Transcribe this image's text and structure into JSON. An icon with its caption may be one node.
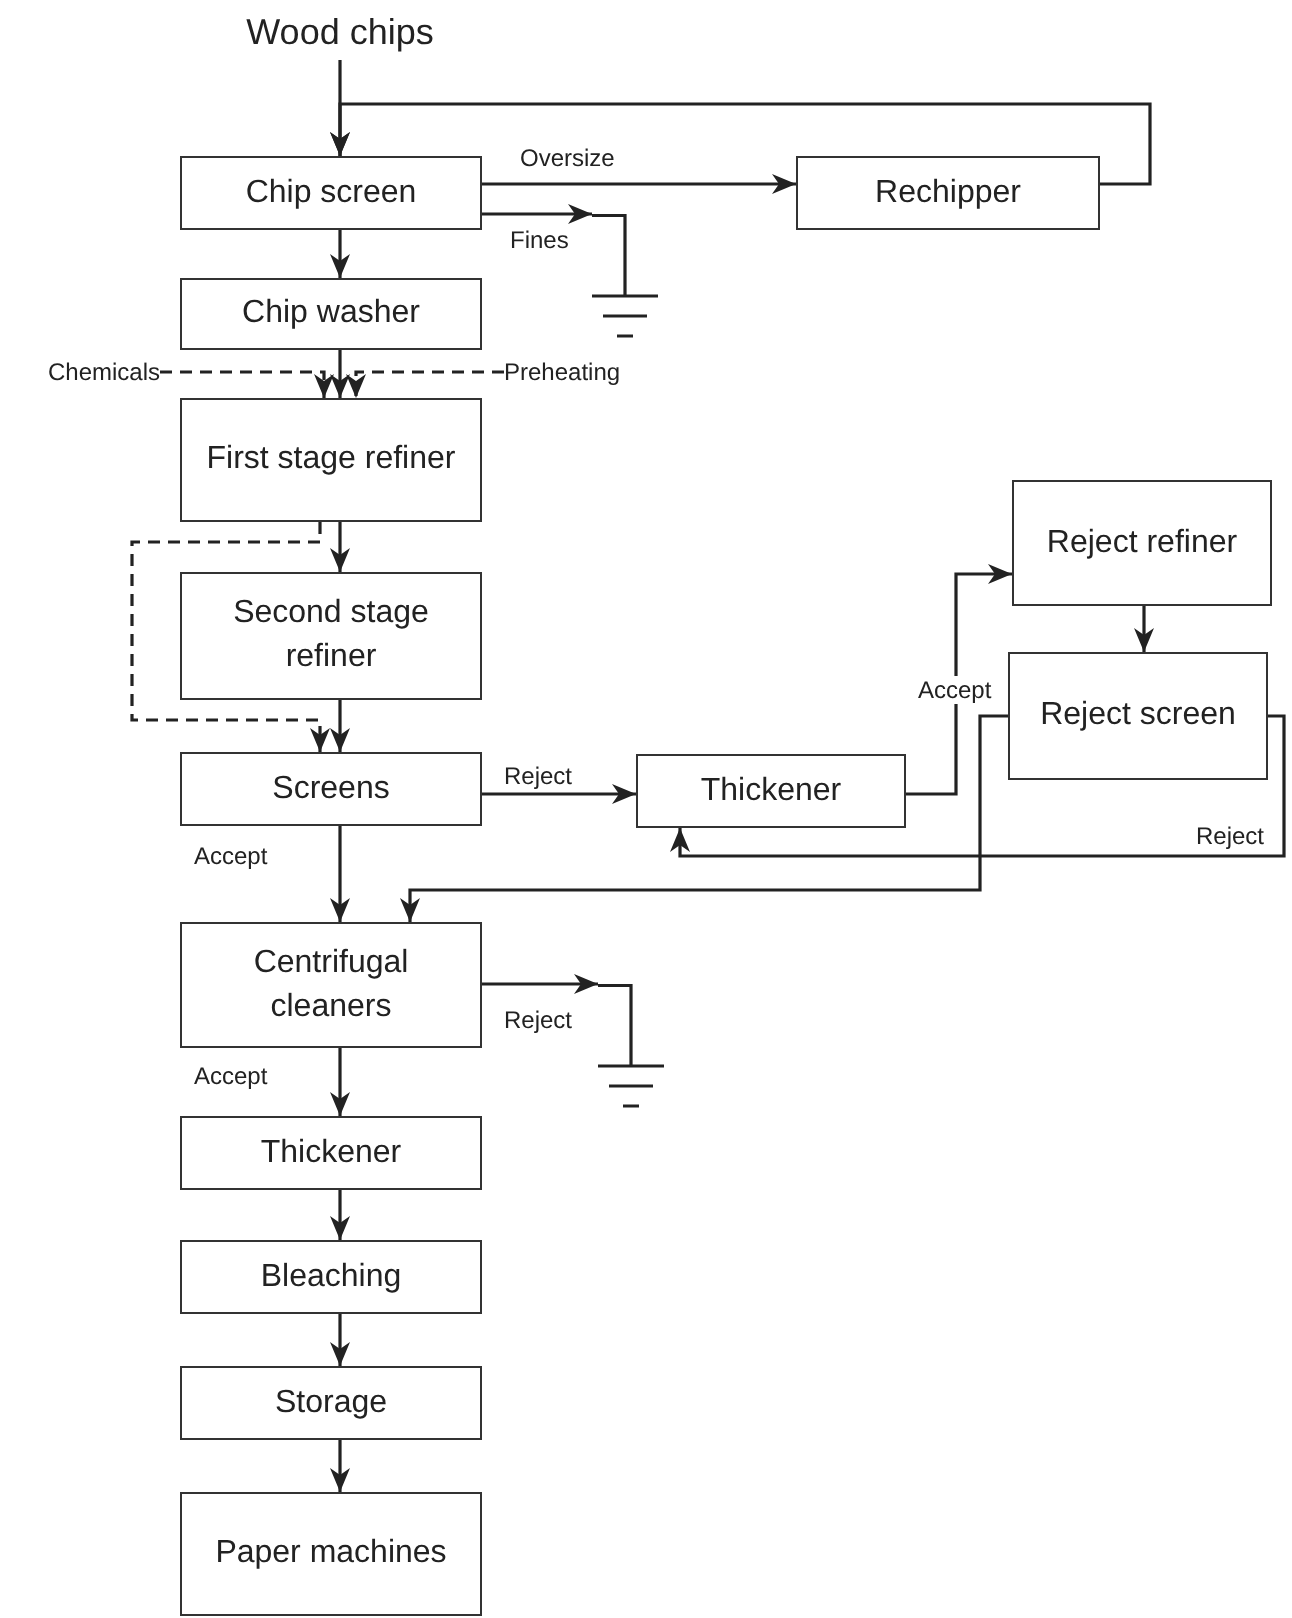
{
  "diagram": {
    "nodes": [
      {
        "text": [
          "Wood chips"
        ]
      },
      {
        "text": [
          "Chip screen"
        ]
      },
      {
        "text": [
          "Rechipper"
        ]
      },
      {
        "text": [
          "Chip washer"
        ]
      },
      {
        "text": [
          "First stage refiner"
        ]
      },
      {
        "text": [
          "Second stage refiner"
        ]
      },
      {
        "text": [
          "Screens"
        ]
      },
      {
        "text": [
          "Thickener"
        ]
      },
      {
        "text": [
          "Reject refiner"
        ]
      },
      {
        "text": [
          "Reject screen"
        ]
      },
      {
        "text": [
          "Centrifugal cleaners"
        ]
      },
      {
        "text": [
          "Thickener"
        ]
      },
      {
        "text": [
          "Bleaching"
        ]
      },
      {
        "text": [
          "Storage"
        ]
      },
      {
        "text": [
          "Paper machines"
        ]
      },
      {
        "text": [
          "Chemicals"
        ]
      },
      {
        "text": [
          "Preheating"
        ]
      },
      {
        "text": [],
        "shape": "ground"
      },
      {
        "text": [],
        "shape": "ground"
      }
    ],
    "edges": [
      {
        "from": 0,
        "to": 1,
        "arrow": "to"
      },
      {
        "from": 2,
        "to": 1,
        "arrow": "to"
      },
      {
        "from": 1,
        "to": 2,
        "arrow": "to",
        "label": "Oversize"
      },
      {
        "from": 1,
        "to": 17,
        "arrow": "to",
        "label": "Fines"
      },
      {
        "from": 1,
        "to": 3,
        "arrow": "to"
      },
      {
        "from": 3,
        "to": 4,
        "arrow": "to"
      },
      {
        "from": 15,
        "to": 4,
        "arrow": "to",
        "style": "dashed"
      },
      {
        "from": 16,
        "to": 4,
        "arrow": "to",
        "style": "dashed"
      },
      {
        "from": 4,
        "to": 5,
        "arrow": "to"
      },
      {
        "from": 4,
        "to": 6,
        "arrow": "to",
        "style": "dashed"
      },
      {
        "from": 5,
        "to": 6,
        "arrow": "to"
      },
      {
        "from": 6,
        "to": 7,
        "arrow": "to",
        "label": "Reject"
      },
      {
        "from": 7,
        "to": 8,
        "arrow": "to",
        "label": "Accept"
      },
      {
        "from": 8,
        "to": 9,
        "arrow": "to"
      },
      {
        "from": 9,
        "to": 7,
        "arrow": "to",
        "label": "Reject"
      },
      {
        "from": 9,
        "to": 10,
        "arrow": "to"
      },
      {
        "from": 6,
        "to": 10,
        "arrow": "to",
        "label": "Accept"
      },
      {
        "from": 10,
        "to": 18,
        "arrow": "to",
        "label": "Reject"
      },
      {
        "from": 10,
        "to": 11,
        "arrow": "to",
        "label": "Accept"
      },
      {
        "from": 11,
        "to": 12,
        "arrow": "to"
      },
      {
        "from": 12,
        "to": 13,
        "arrow": "to"
      },
      {
        "from": 13,
        "to": 14,
        "arrow": "to"
      }
    ]
  }
}
